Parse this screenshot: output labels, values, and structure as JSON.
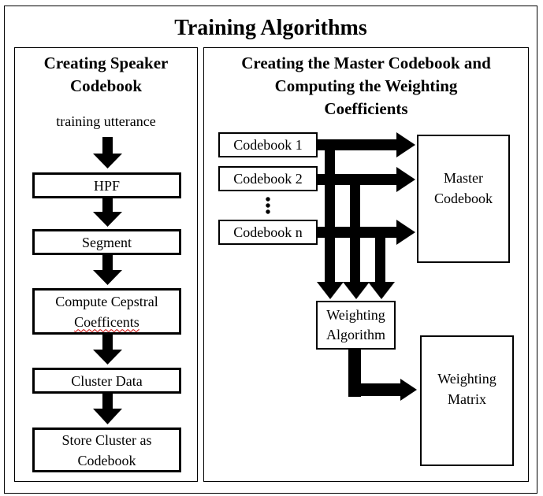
{
  "title": "Training Algorithms",
  "left_panel": {
    "heading_line1": "Creating Speaker",
    "heading_line2": "Codebook",
    "input_label": "training utterance",
    "steps": [
      {
        "line1": "HPF",
        "line2": ""
      },
      {
        "line1": "Segment",
        "line2": ""
      },
      {
        "line1": "Compute Cepstral",
        "line2": "Coefficents"
      },
      {
        "line1": "Cluster Data",
        "line2": ""
      },
      {
        "line1": "Store Cluster as",
        "line2": "Codebook"
      }
    ]
  },
  "right_panel": {
    "heading_line1": "Creating the Master Codebook and",
    "heading_line2": "Computing the Weighting",
    "heading_line3": "Coefficients",
    "codebooks": [
      "Codebook 1",
      "Codebook 2",
      "Codebook n"
    ],
    "ellipsis": "⋮",
    "master_codebook": {
      "line1": "Master",
      "line2": "Codebook"
    },
    "weighting_algorithm": {
      "line1": "Weighting",
      "line2": "Algorithm"
    },
    "weighting_matrix": {
      "line1": "Weighting",
      "line2": "Matrix"
    }
  }
}
